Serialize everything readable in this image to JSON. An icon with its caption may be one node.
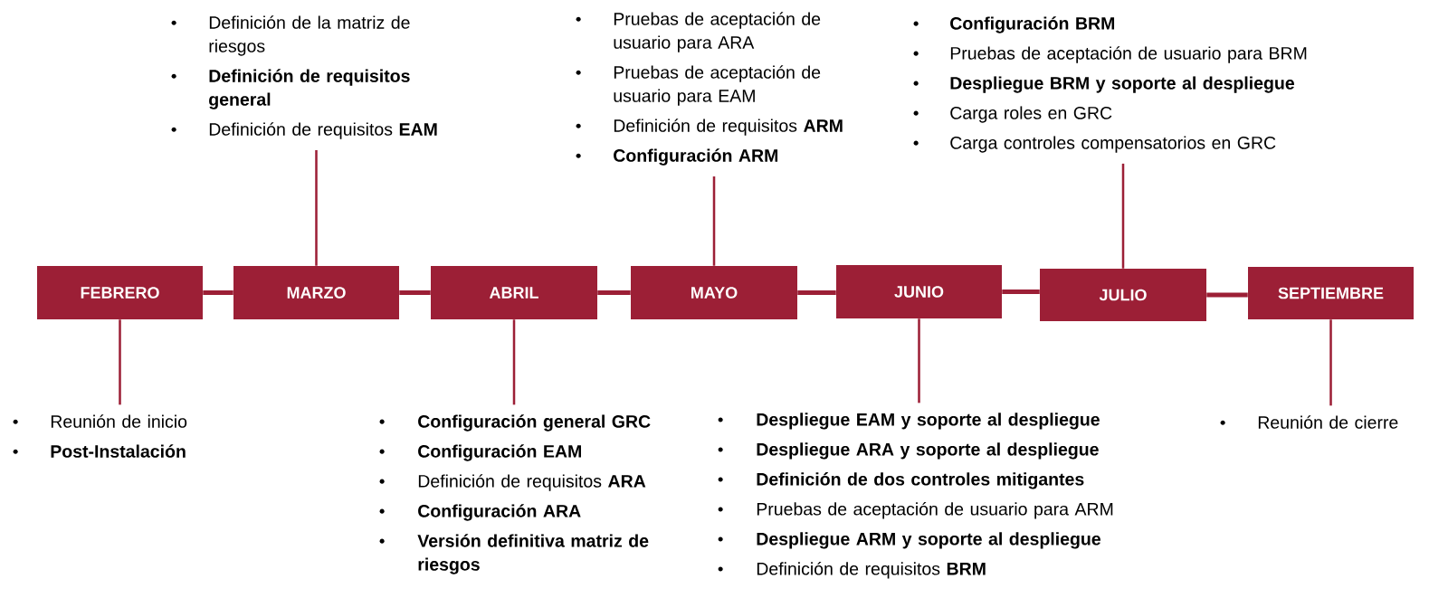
{
  "diagram": {
    "nodes": [
      {
        "text": [
          "FEBRERO"
        ]
      },
      {
        "text": [
          "MARZO"
        ]
      },
      {
        "text": [
          "ABRIL"
        ]
      },
      {
        "text": [
          "MAYO"
        ]
      },
      {
        "text": [
          "JUNIO"
        ]
      },
      {
        "text": [
          "JULIO"
        ]
      },
      {
        "text": [
          "SEPTIEMBRE"
        ]
      },
      {
        "text": [
          "Reunión de inicio",
          "Post-Instalación"
        ]
      },
      {
        "text": [
          "Definición de la matriz de riesgos",
          "Definición de requisitos general",
          "Definición de requisitos **EAM**"
        ]
      },
      {
        "text": [
          "Configuración general GRC",
          "Configuración EAM",
          "Definición de requisitos **ARA**",
          "Configuración ARA",
          "Versión definitiva matriz de riesgos"
        ]
      },
      {
        "text": [
          "Pruebas de aceptación de usuario para ARA",
          "Pruebas de aceptación de usuario para EAM",
          "Definición de requisitos **ARM**",
          "Configuración ARM"
        ]
      },
      {
        "text": [
          "Despliegue EAM y soporte al despliegue",
          "Despliegue ARA y soporte al despliegue",
          "Definición de dos controles mitigantes",
          "Pruebas de aceptación de usuario para ARM",
          "Despliegue ARM y soporte al despliegue",
          "Definición de requisitos **BRM**"
        ]
      },
      {
        "text": [
          "Configuración BRM",
          "Pruebas de aceptación de usuario para BRM",
          "Despliegue BRM y soporte al despliegue",
          "Carga roles en GRC",
          "Carga controles compensatorios en GRC"
        ]
      },
      {
        "text": [
          "Reunión de cierre"
        ]
      }
    ],
    "edges": [
      {
        "from": 0,
        "to": 1,
        "arrow": "none",
        "style": "thick"
      },
      {
        "from": 1,
        "to": 2,
        "arrow": "none",
        "style": "thick"
      },
      {
        "from": 2,
        "to": 3,
        "arrow": "none",
        "style": "thick"
      },
      {
        "from": 3,
        "to": 4,
        "arrow": "none",
        "style": "thick"
      },
      {
        "from": 4,
        "to": 5,
        "arrow": "none",
        "style": "thick"
      },
      {
        "from": 5,
        "to": 6,
        "arrow": "none",
        "style": "thick"
      },
      {
        "from": 0,
        "to": 7,
        "arrow": "none"
      },
      {
        "from": 1,
        "to": 8,
        "arrow": "none"
      },
      {
        "from": 2,
        "to": 9,
        "arrow": "none"
      },
      {
        "from": 3,
        "to": 10,
        "arrow": "none"
      },
      {
        "from": 4,
        "to": 11,
        "arrow": "none"
      },
      {
        "from": 5,
        "to": 12,
        "arrow": "none"
      },
      {
        "from": 6,
        "to": 13,
        "arrow": "none"
      }
    ]
  }
}
